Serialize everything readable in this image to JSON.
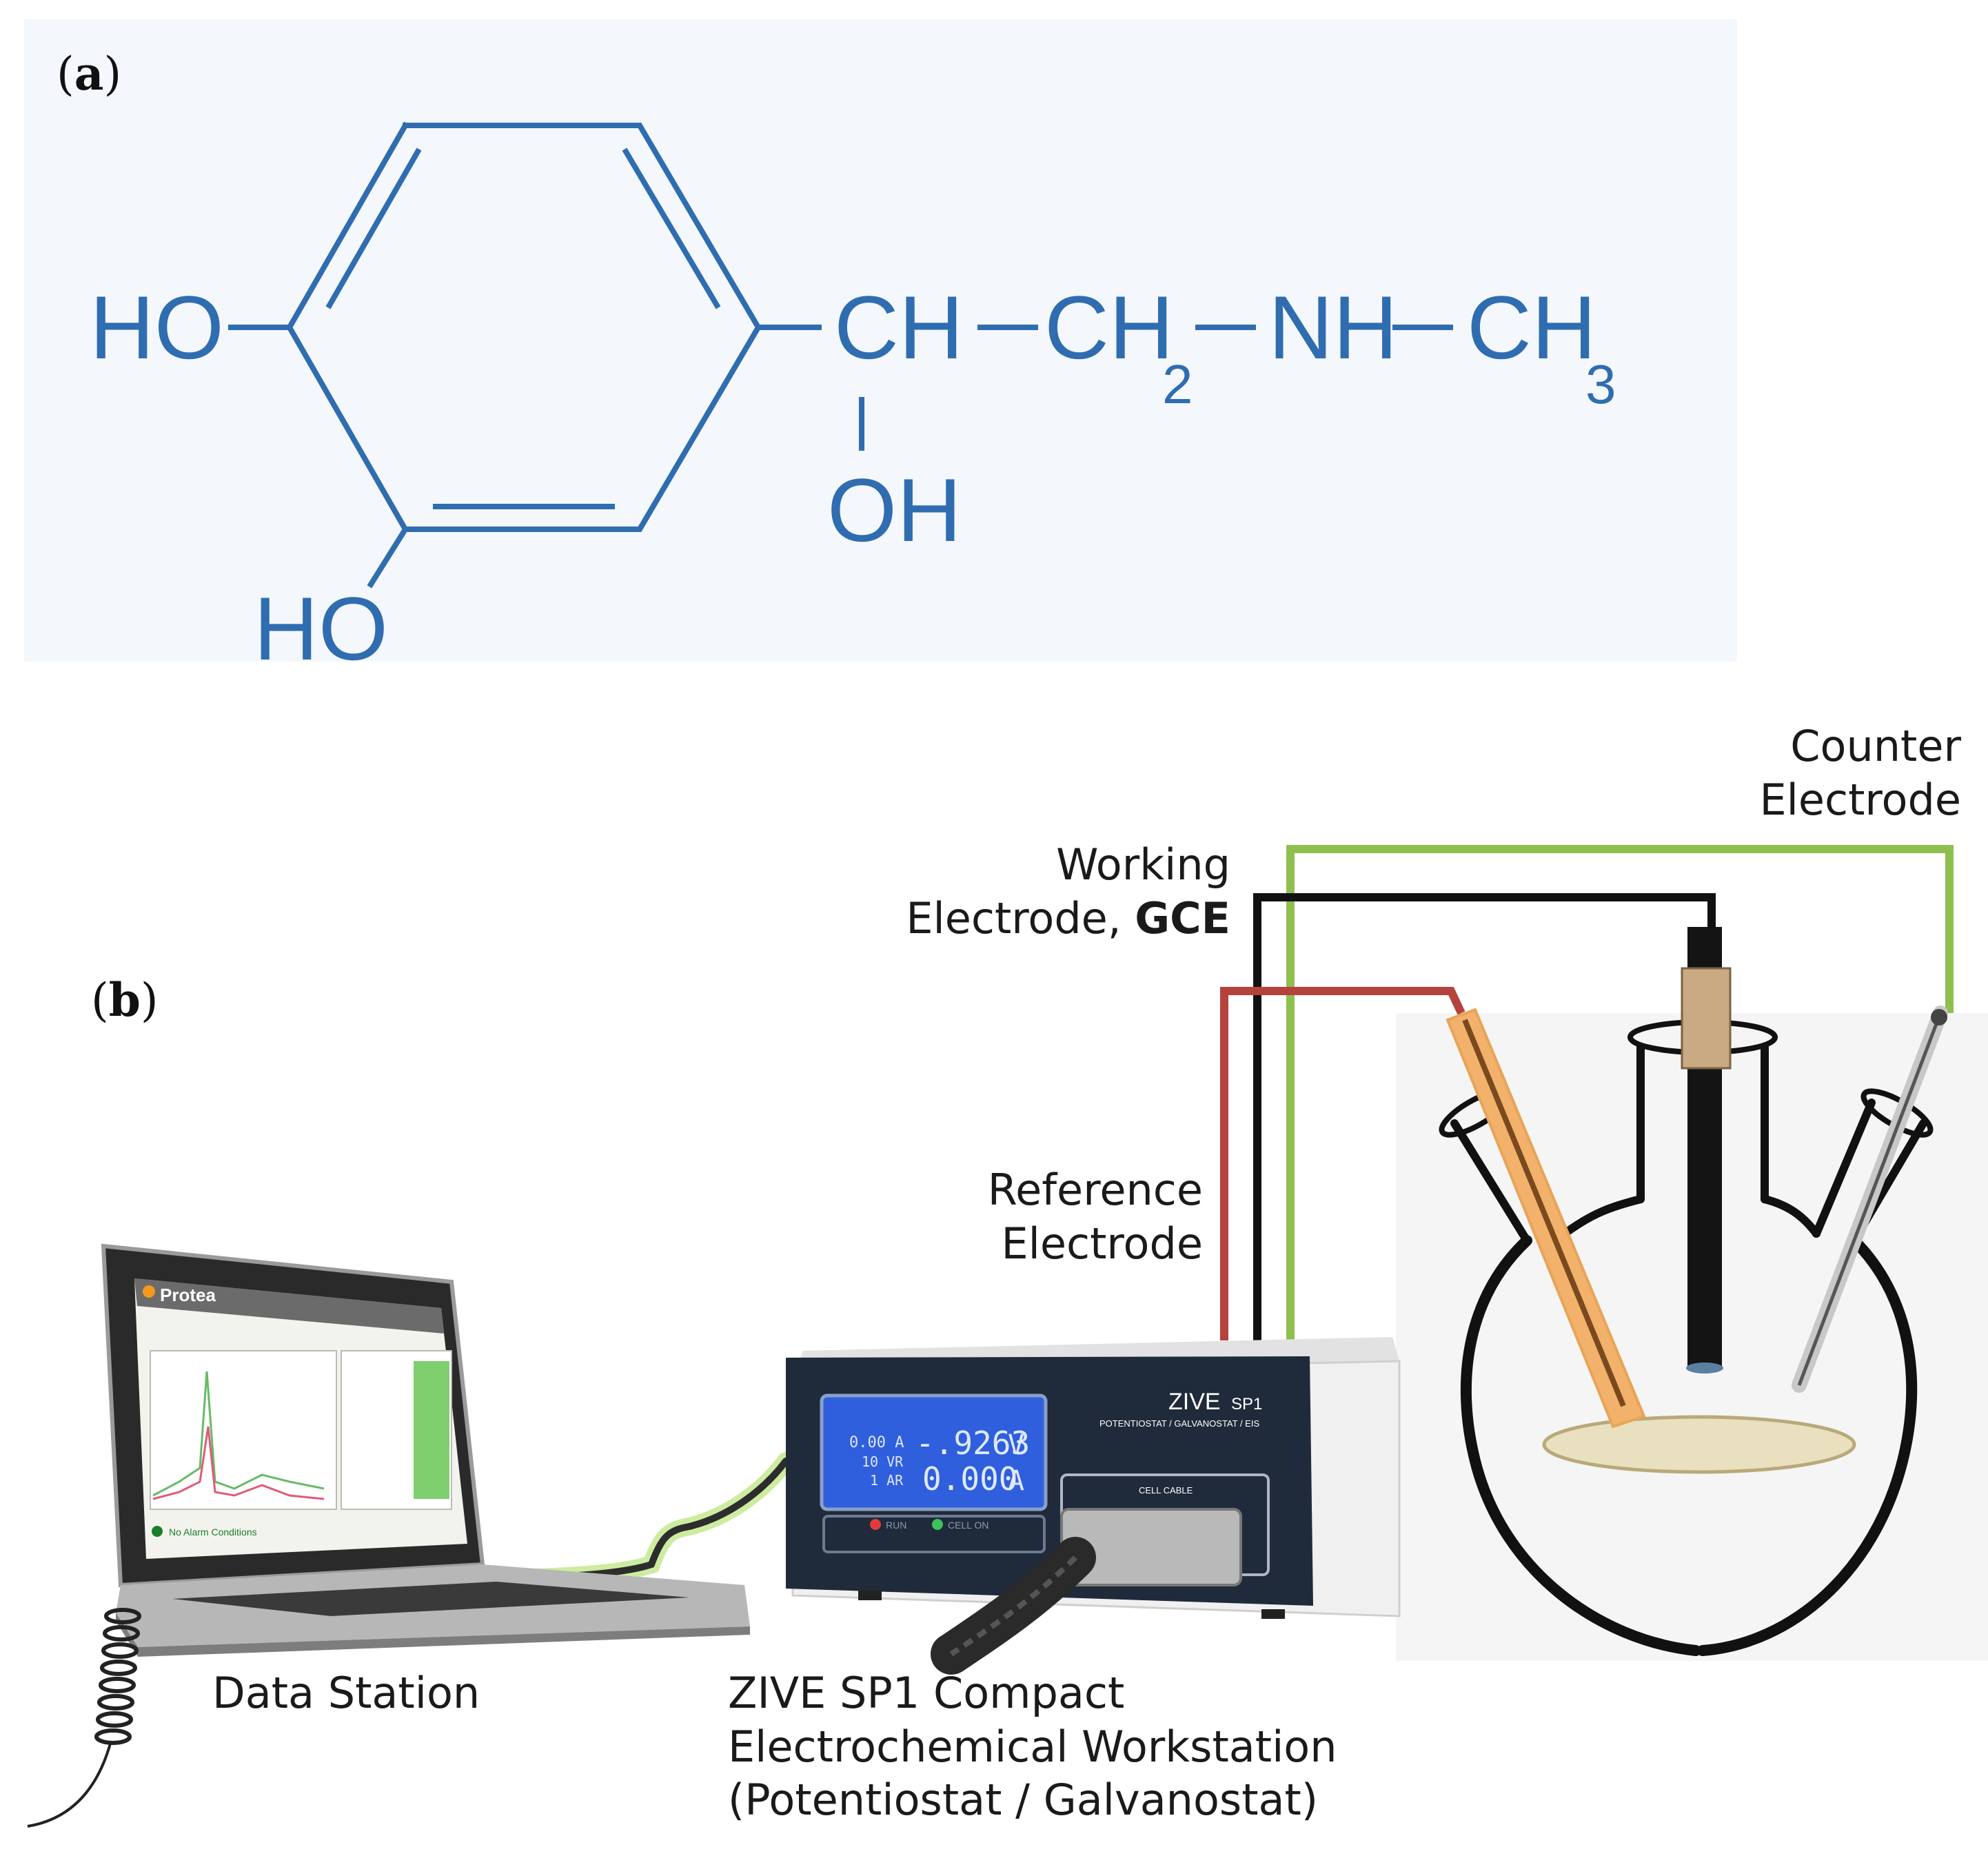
{
  "panel_a": {
    "label": "a",
    "groups": {
      "ho_top": "HO",
      "ho_bottom": "HO",
      "ch": "CH",
      "ch2": "CH",
      "ch2_sub": "2",
      "nh": "NH",
      "ch3": "CH",
      "ch3_sub": "3",
      "oh": "OH"
    }
  },
  "panel_b": {
    "label": "b",
    "labels": {
      "counter_line1": "Counter",
      "counter_line2": "Electrode",
      "working_line1": "Working",
      "working_line2_plain": "Electrode, ",
      "working_line2_bold": "GCE",
      "reference_line1": "Reference",
      "reference_line2": "Electrode",
      "data_station": "Data Station",
      "zive_line1": "ZIVE SP1 Compact",
      "zive_line2": "Electrochemical Workstation",
      "zive_line3": "(Potentiostat / Galvanostat)"
    },
    "laptop_screen": {
      "brand": "Protea",
      "status": "No Alarm Conditions"
    },
    "device": {
      "brand": "ZIVE",
      "model": "SP1",
      "subtitle": "POTENTIOSTAT / GALVANOSTAT / EIS",
      "cell_cable": "CELL CABLE",
      "lcd_row1_left": "0.00 A",
      "lcd_row1_value": "-.9263",
      "lcd_row1_unit": "V",
      "lcd_row2_left": "10 VR",
      "lcd_row2_left2": "1 AR",
      "lcd_row2_value": "0.000",
      "lcd_row2_unit": "A",
      "led_run": "RUN",
      "led_cell": "CELL ON"
    },
    "wire_colors": {
      "reference": "#b5423c",
      "working": "#111111",
      "counter": "#8fbf4f",
      "usb": "#a8d860"
    }
  }
}
